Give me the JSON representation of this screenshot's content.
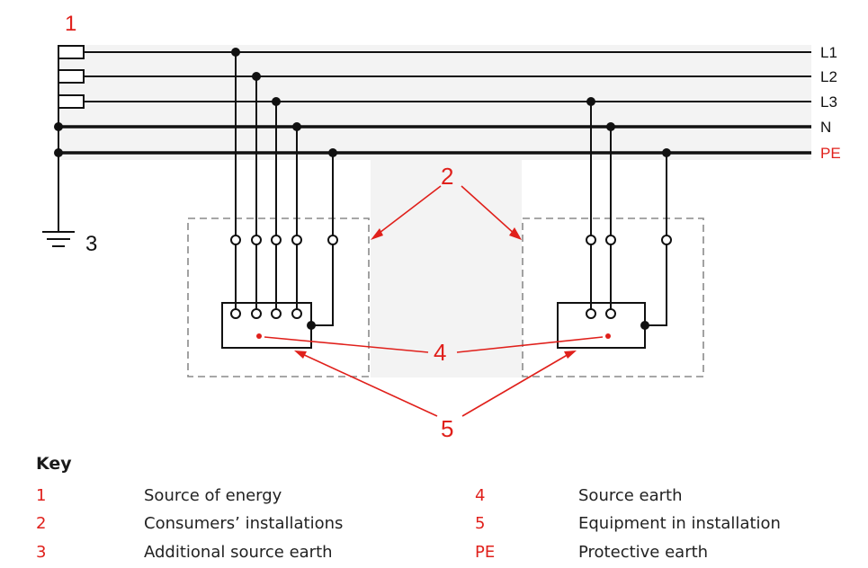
{
  "source_label": "1",
  "earth_label": "3",
  "callout_consumer": "2",
  "callout_source_earth": "4",
  "callout_equipment": "5",
  "lines": [
    {
      "id": "l1",
      "label": "L1",
      "color": "#111111"
    },
    {
      "id": "l2",
      "label": "L2",
      "color": "#111111"
    },
    {
      "id": "l3",
      "label": "L3",
      "color": "#111111"
    },
    {
      "id": "n",
      "label": "N",
      "color": "#111111"
    },
    {
      "id": "pe",
      "label": "PE",
      "color": "#e0201b"
    }
  ],
  "key": {
    "title": "Key",
    "left": [
      {
        "id": "1",
        "desc": "Source of energy"
      },
      {
        "id": "2",
        "desc": "Consumers’ installations"
      },
      {
        "id": "3",
        "desc": "Additional source earth"
      }
    ],
    "right": [
      {
        "id": "4",
        "desc": "Source earth"
      },
      {
        "id": "5",
        "desc": "Equipment in installation"
      },
      {
        "id": "PE",
        "desc": "Protective earth"
      }
    ]
  },
  "colors": {
    "accent": "#e0201b",
    "line": "#111111",
    "shade": "#f3f3f3",
    "dash": "#8a8a8a"
  }
}
